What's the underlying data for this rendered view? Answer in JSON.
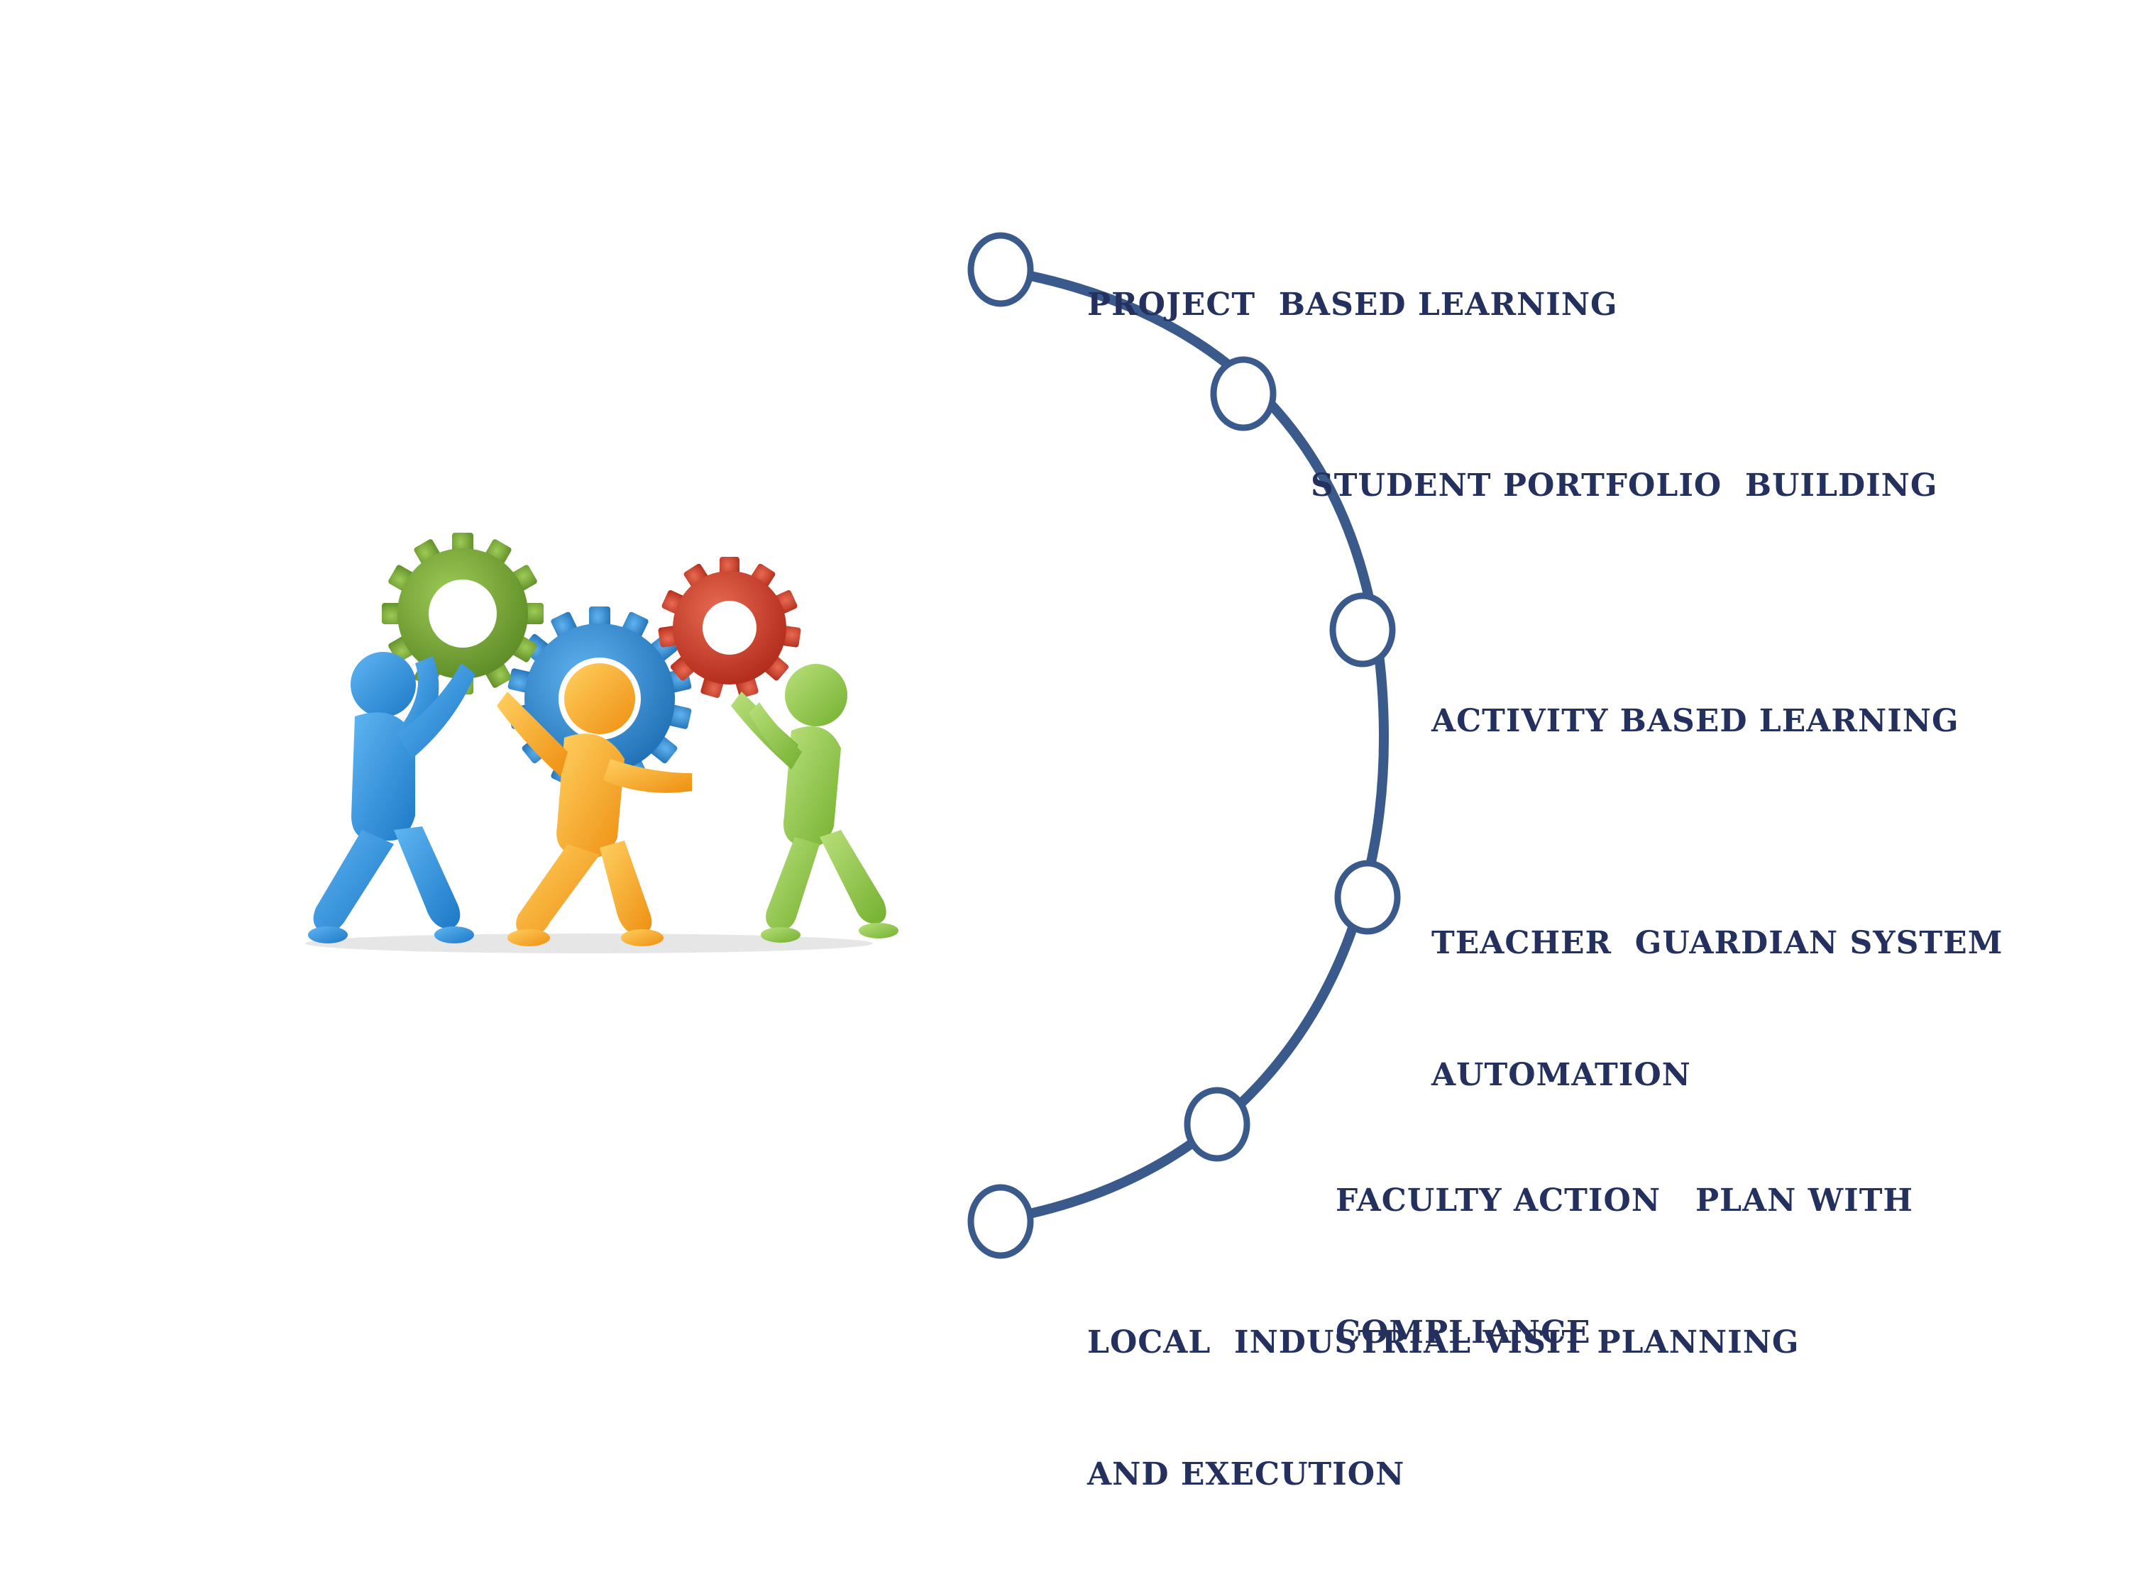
{
  "colors": {
    "arc": "#3b5a8c",
    "text": "#24305e",
    "node_fill": "#ffffff",
    "gear_green": "#6b9a2e",
    "gear_blue": "#2f8ad3",
    "gear_red": "#cc3a26",
    "person_blue": "#2c8fe0",
    "person_orange": "#f5a31c",
    "person_green": "#8cc63f"
  },
  "illustration": {
    "name": "teamwork-gears-illustration",
    "icons": [
      "green-gear-icon",
      "blue-gear-icon",
      "red-gear-icon",
      "blue-person-icon",
      "orange-person-icon",
      "green-person-icon"
    ]
  },
  "steps": [
    {
      "lines": [
        "PROJECT  BASED LEARNING"
      ]
    },
    {
      "lines": [
        "STUDENT PORTFOLIO  BUILDING"
      ]
    },
    {
      "lines": [
        "ACTIVITY BASED LEARNING"
      ]
    },
    {
      "lines": [
        "TEACHER  GUARDIAN SYSTEM",
        "AUTOMATION"
      ]
    },
    {
      "lines": [
        "FACULTY ACTION   PLAN WITH",
        "COMPLIANCE"
      ]
    },
    {
      "lines": [
        "LOCAL  INDUSTRIAL VISIT PLANNING",
        "AND EXECUTION"
      ]
    }
  ]
}
